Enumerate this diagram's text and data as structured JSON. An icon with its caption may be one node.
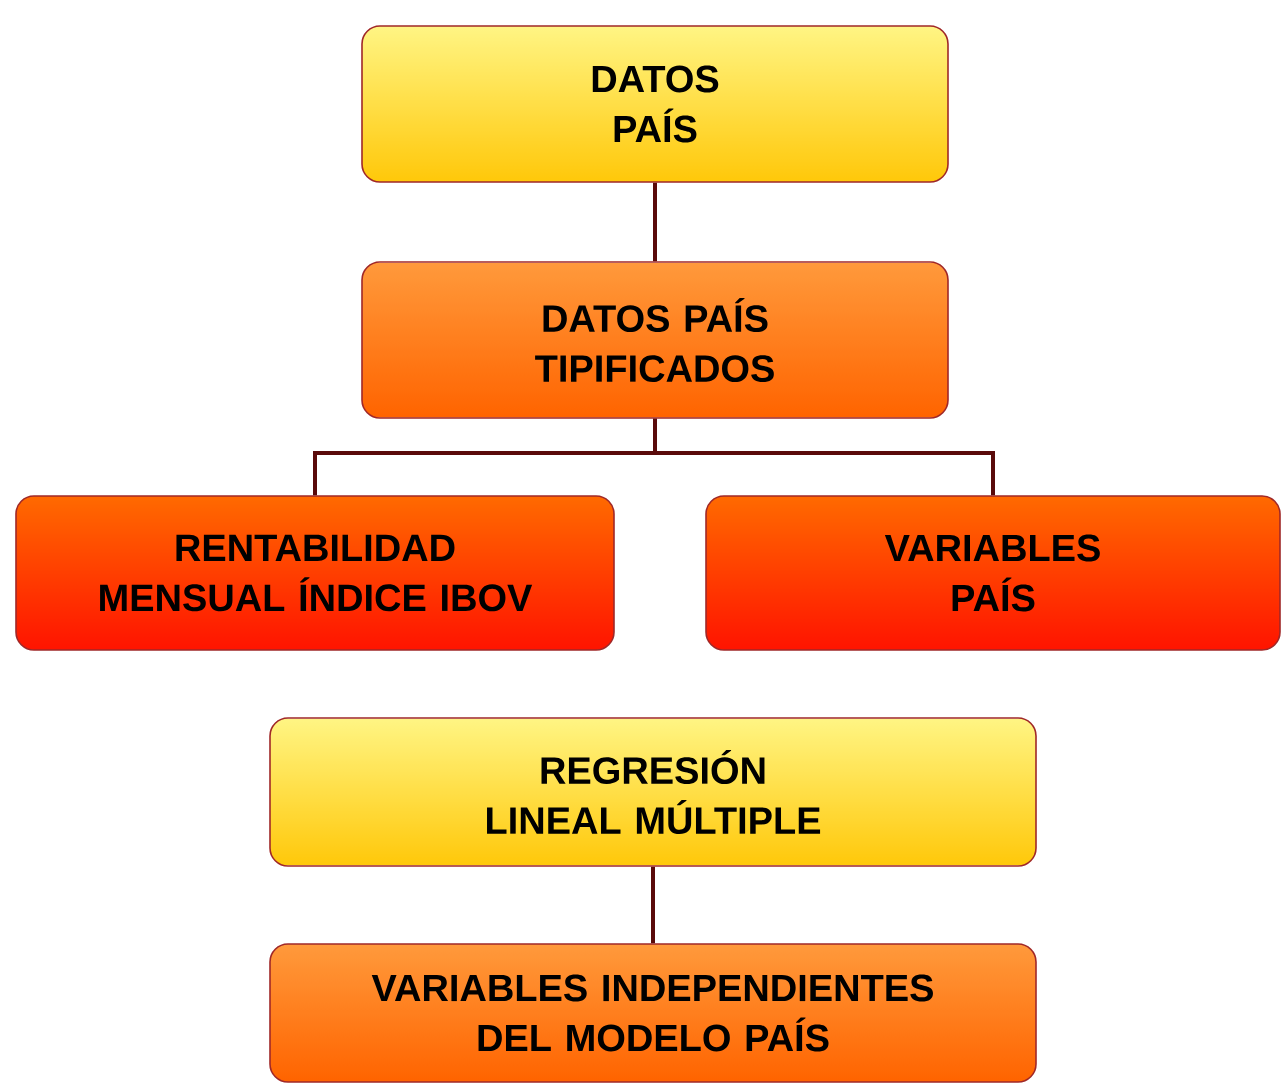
{
  "diagram": {
    "nodes": [
      {
        "text": [
          "DATOS PAÍS"
        ]
      },
      {
        "text": [
          "DATOS PAÍS TIPIFICADOS"
        ]
      },
      {
        "text": [
          "RENTABILIDAD MENSUAL ÍNDICE IBOV"
        ]
      },
      {
        "text": [
          "VARIABLES PAÍS"
        ]
      },
      {
        "text": [
          "REGRESIÓN LINEAL MÚLTIPLE"
        ]
      },
      {
        "text": [
          "VARIABLES INDEPENDIENTES DEL MODELO PAÍS"
        ]
      }
    ],
    "edges": [
      {
        "from": 0,
        "to": 1,
        "arrow": "none"
      },
      {
        "from": 1,
        "to": 2,
        "arrow": "none"
      },
      {
        "from": 1,
        "to": 3,
        "arrow": "none"
      },
      {
        "from": 4,
        "to": 5,
        "arrow": "none"
      }
    ]
  }
}
